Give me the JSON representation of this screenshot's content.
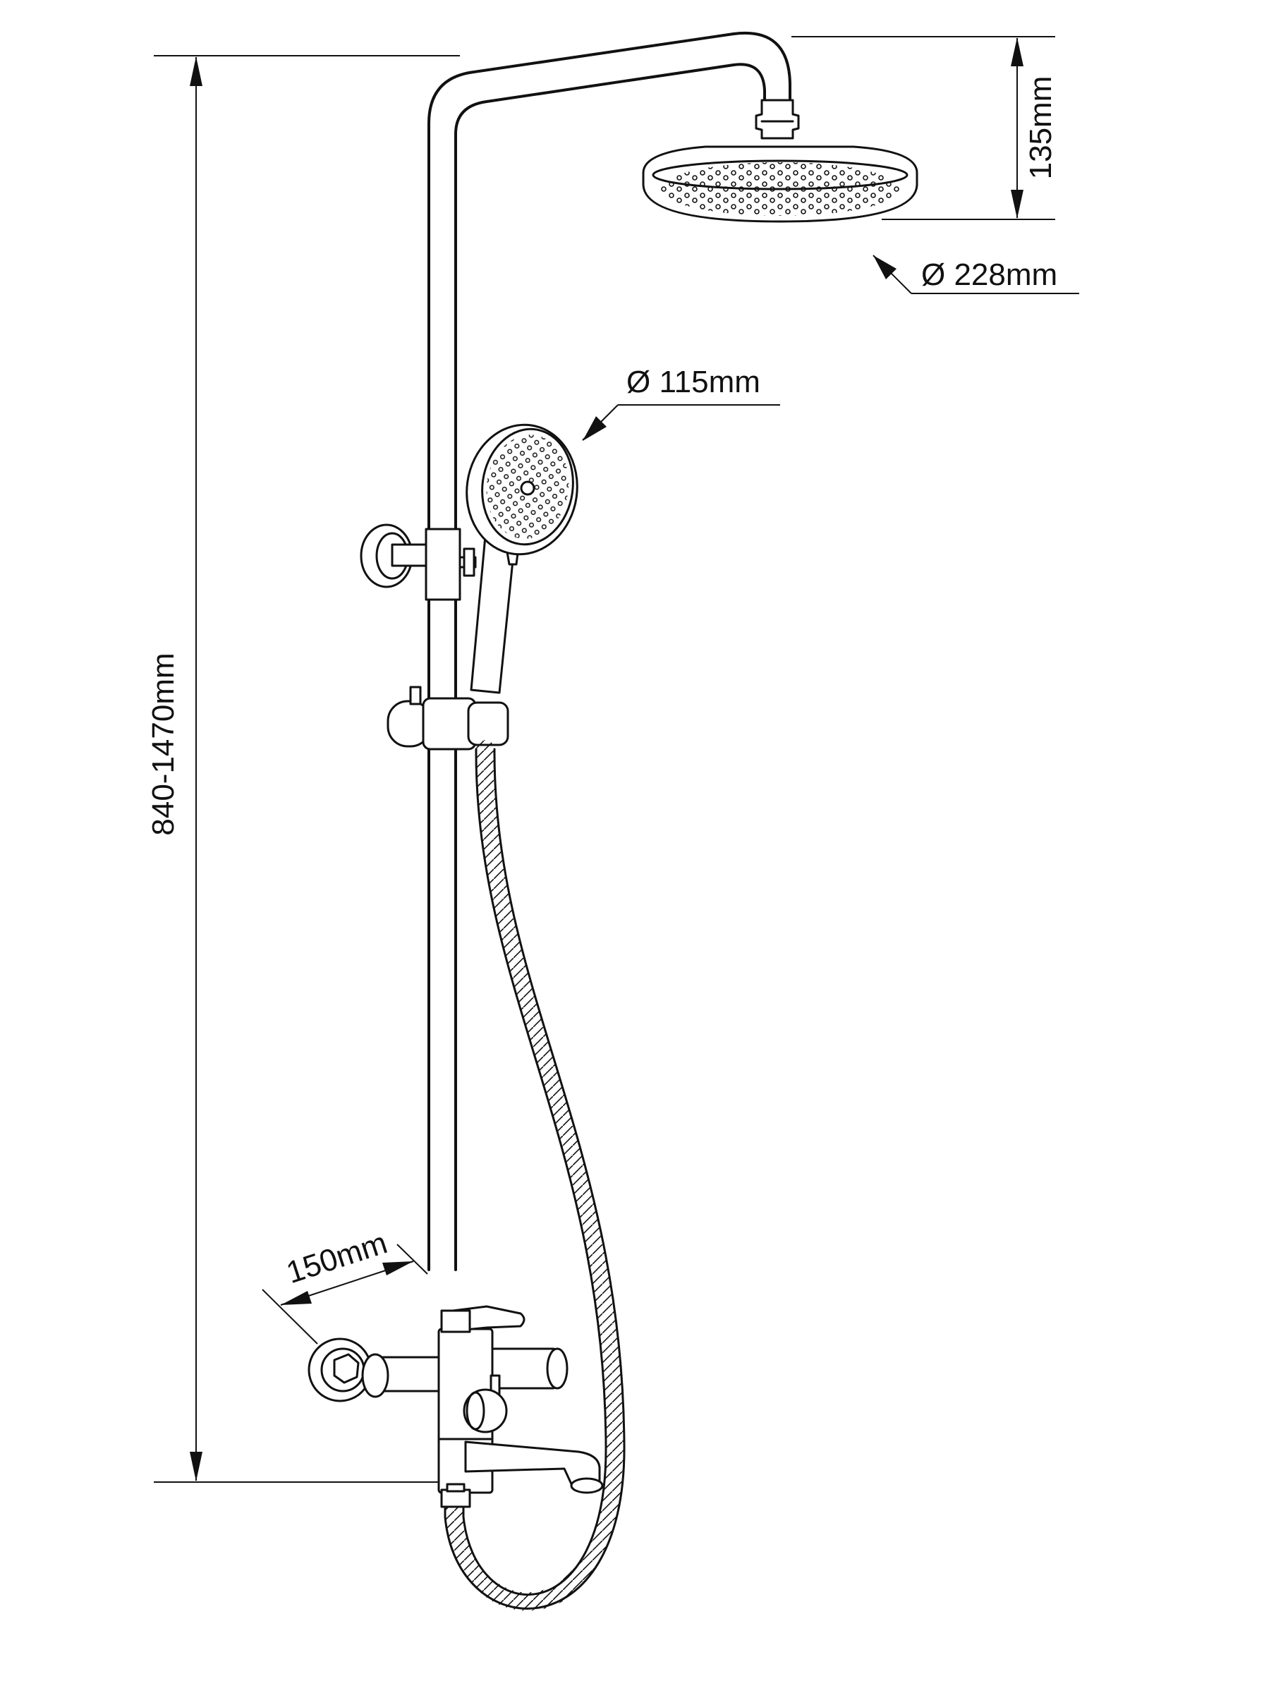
{
  "dimensions": {
    "total_height": "840-1470mm",
    "head_height": "135mm",
    "head_diameter": "Ø 228mm",
    "hand_diameter": "Ø 115mm",
    "mixer_depth": "150mm"
  },
  "colors": {
    "line": "#111111",
    "background": "#ffffff"
  }
}
